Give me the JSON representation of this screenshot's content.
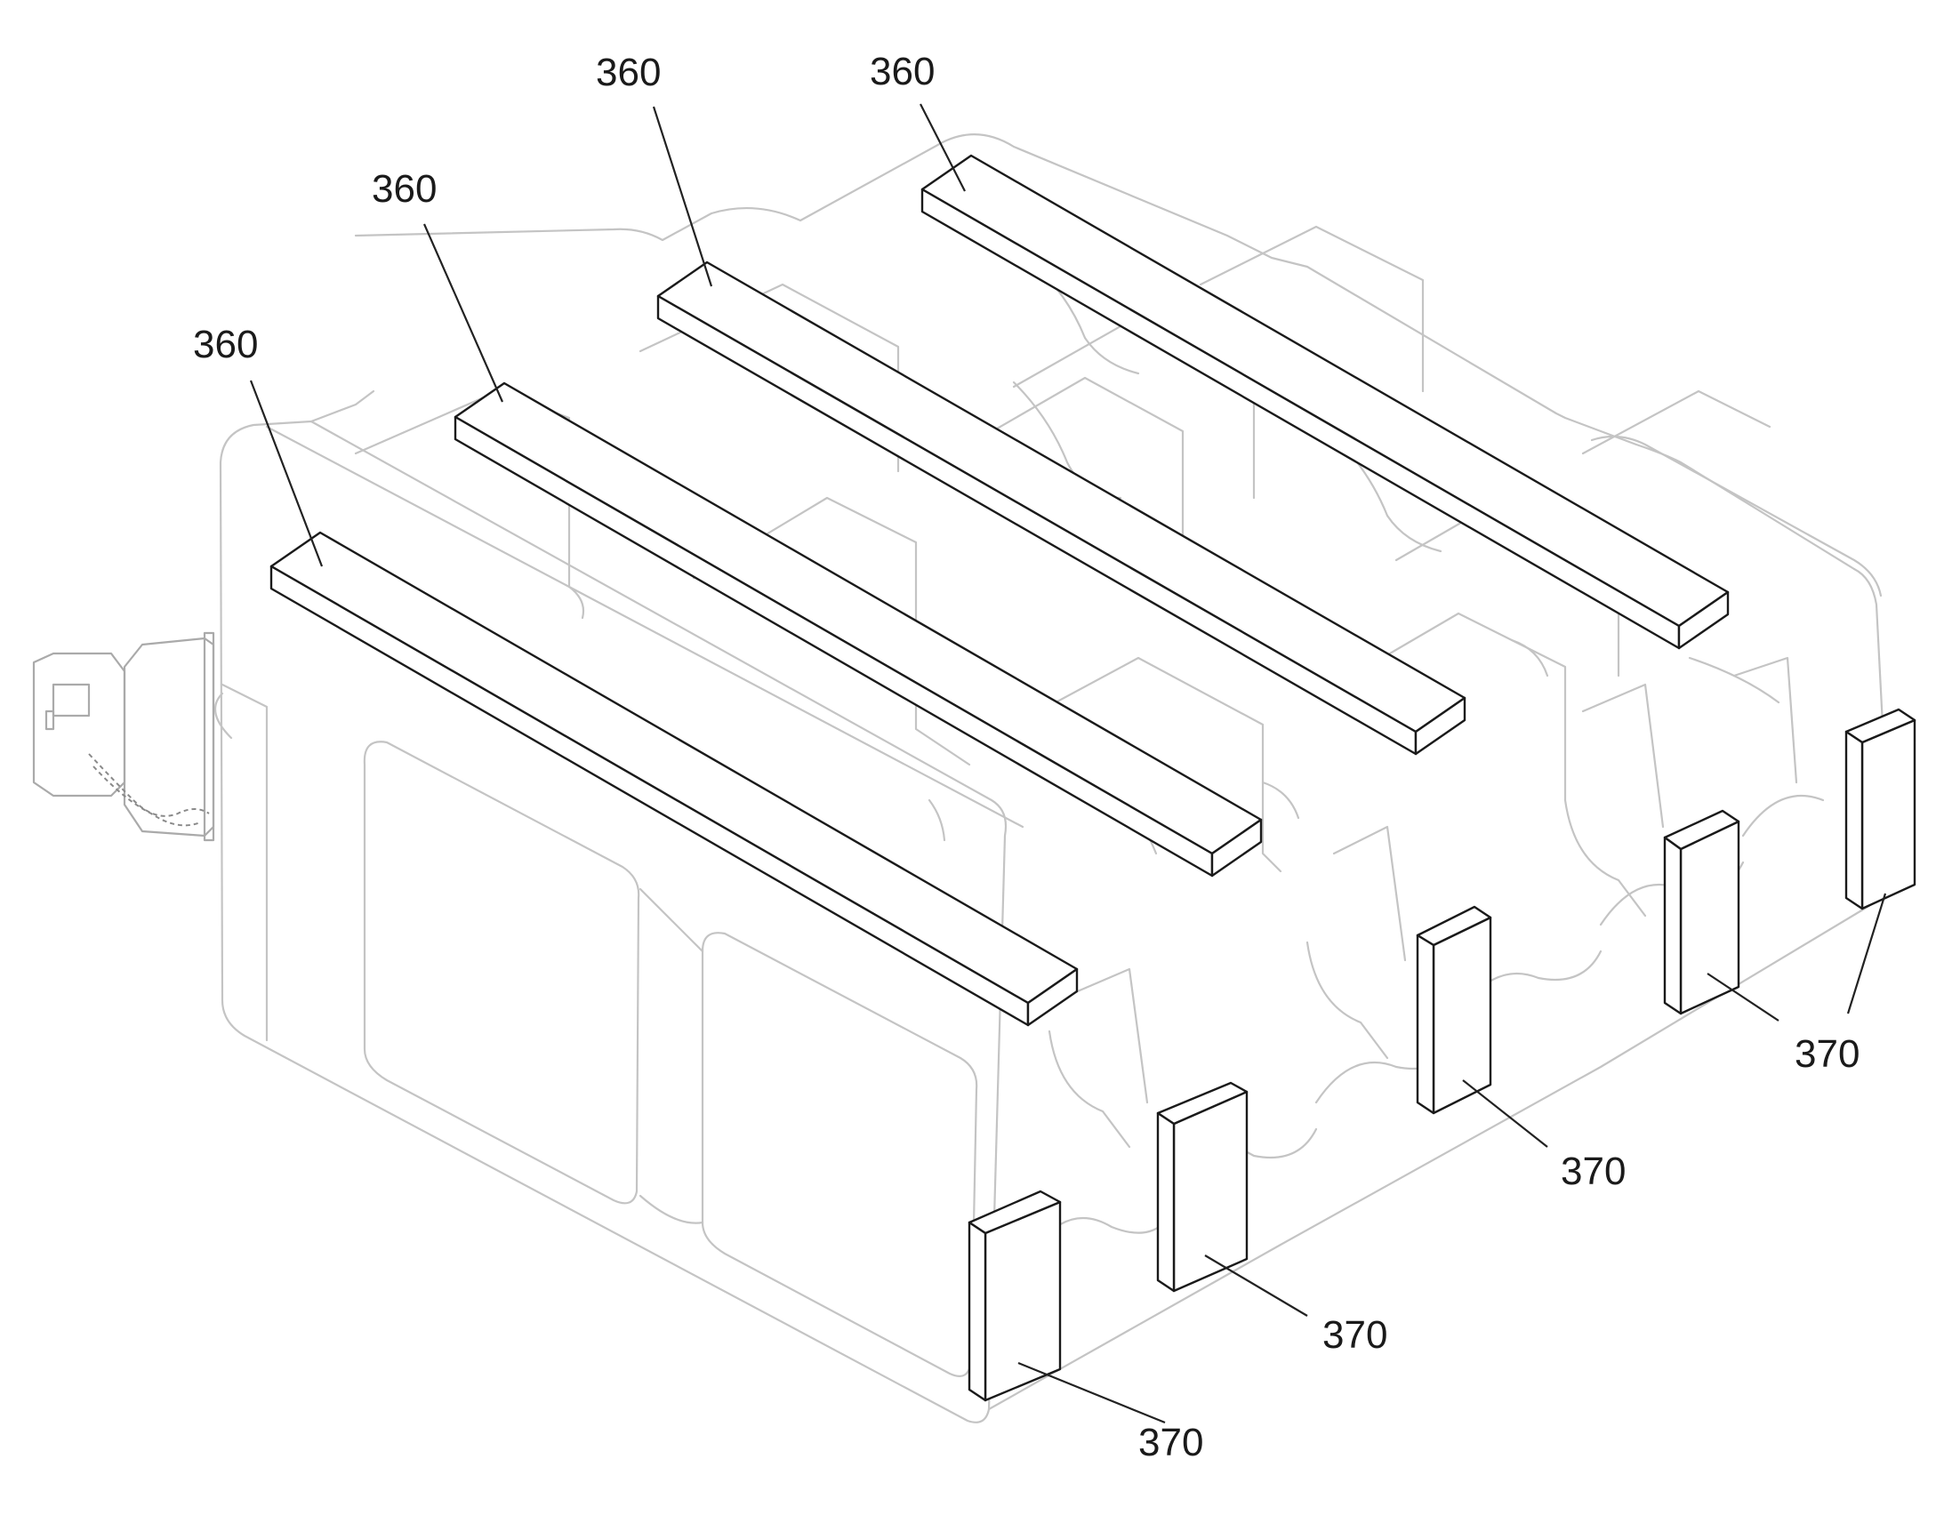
{
  "figure": {
    "background": "#ffffff",
    "line_color": "#1a1a1a",
    "housing_color": "#c4c4c4",
    "labels": {
      "bar_a": "360",
      "bar_b": "360",
      "bar_c": "360",
      "bar_d": "360",
      "pad_a": "370",
      "pad_b": "370",
      "pad_c": "370",
      "pad_d": "370"
    }
  }
}
